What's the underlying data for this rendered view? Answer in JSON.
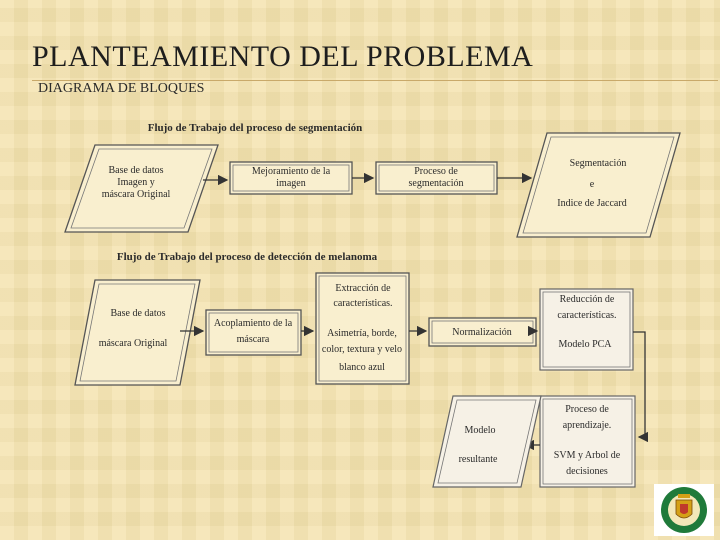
{
  "slide": {
    "title": "PLANTEAMIENTO DEL PROBLEMA",
    "subtitle": "DIAGRAMA DE BLOQUES"
  },
  "segmentation": {
    "heading": "Flujo de Trabajo del proceso de segmentación",
    "input_lines": [
      "Base de datos",
      "Imagen y",
      "máscara Original"
    ],
    "enhance_lines": [
      "Mejoramiento de la",
      "imagen"
    ],
    "process_lines": [
      "Proceso de",
      "segmentación"
    ],
    "output_lines": [
      "Segmentación",
      "e",
      "Indice de Jaccard"
    ]
  },
  "melanoma": {
    "heading": "Flujo de Trabajo del proceso de detección de melanoma",
    "input_lines": [
      "Base de datos",
      "máscara Original"
    ],
    "coupling_lines": [
      "Acoplamiento de la",
      "máscara"
    ],
    "features_lines": [
      "Extracción de",
      "características.",
      "Asimetría, borde,",
      "color, textura y velo",
      "blanco azul"
    ],
    "normalization": "Normalización",
    "reduction_lines": [
      "Reducción de",
      "características.",
      "Modelo PCA"
    ],
    "learning_lines": [
      "Proceso de",
      "aprendizaje.",
      "SVM y Arbol de",
      "decisiones"
    ],
    "model_lines": [
      "Modelo",
      "resultante"
    ]
  },
  "logo": {
    "icon": "university-seal-icon",
    "colors": [
      "#1f7a3a",
      "#d4a017",
      "#c0392b"
    ]
  }
}
